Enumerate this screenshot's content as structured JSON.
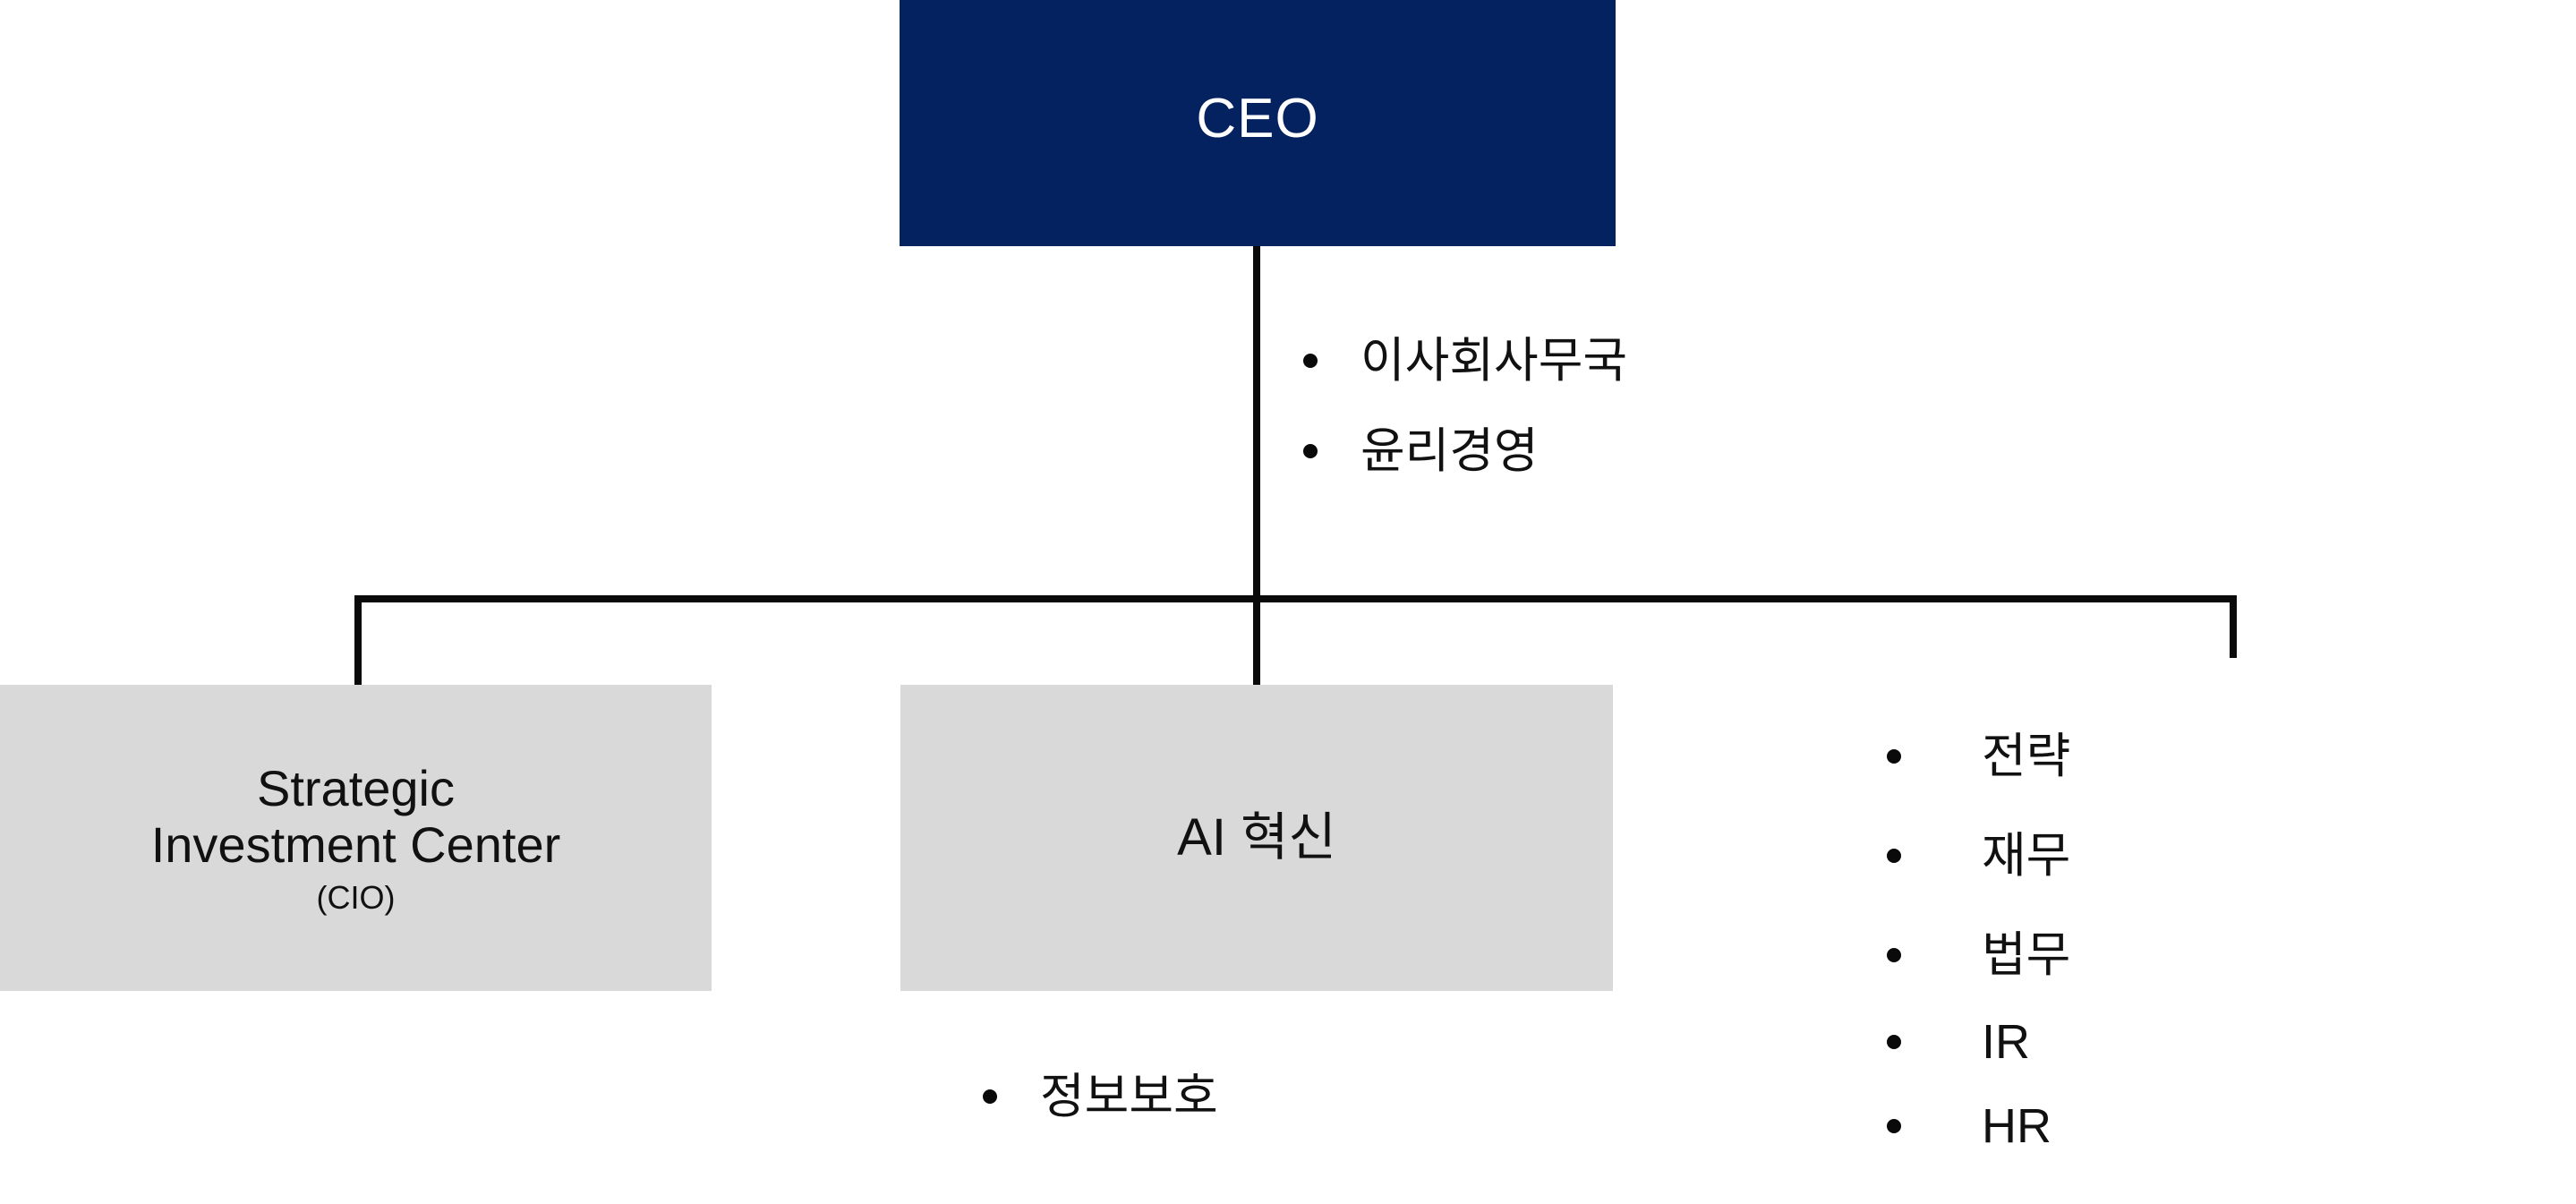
{
  "diagram": {
    "type": "organization-chart",
    "colors": {
      "executive_box": "#052260",
      "department_box": "#d9d9d9",
      "connector_line": "#0a0a0a",
      "executive_text": "#ffffff",
      "body_text": "#111111",
      "background": "#ffffff"
    },
    "root": {
      "title": "CEO",
      "direct_reports": [
        {
          "label": "이사회사무국"
        },
        {
          "label": "윤리경영"
        }
      ]
    },
    "nodes": [
      {
        "id": "strategic-investment-center",
        "title_line1": "Strategic",
        "title_line2": "Investment Center",
        "subtitle": "(CIO)"
      },
      {
        "id": "ai-innovation",
        "title": "AI 혁신",
        "children": [
          {
            "label": "정보보호"
          }
        ]
      }
    ],
    "department_list": [
      {
        "label": "전략"
      },
      {
        "label": "재무"
      },
      {
        "label": "법무"
      },
      {
        "label": "IR"
      },
      {
        "label": "HR"
      }
    ]
  }
}
